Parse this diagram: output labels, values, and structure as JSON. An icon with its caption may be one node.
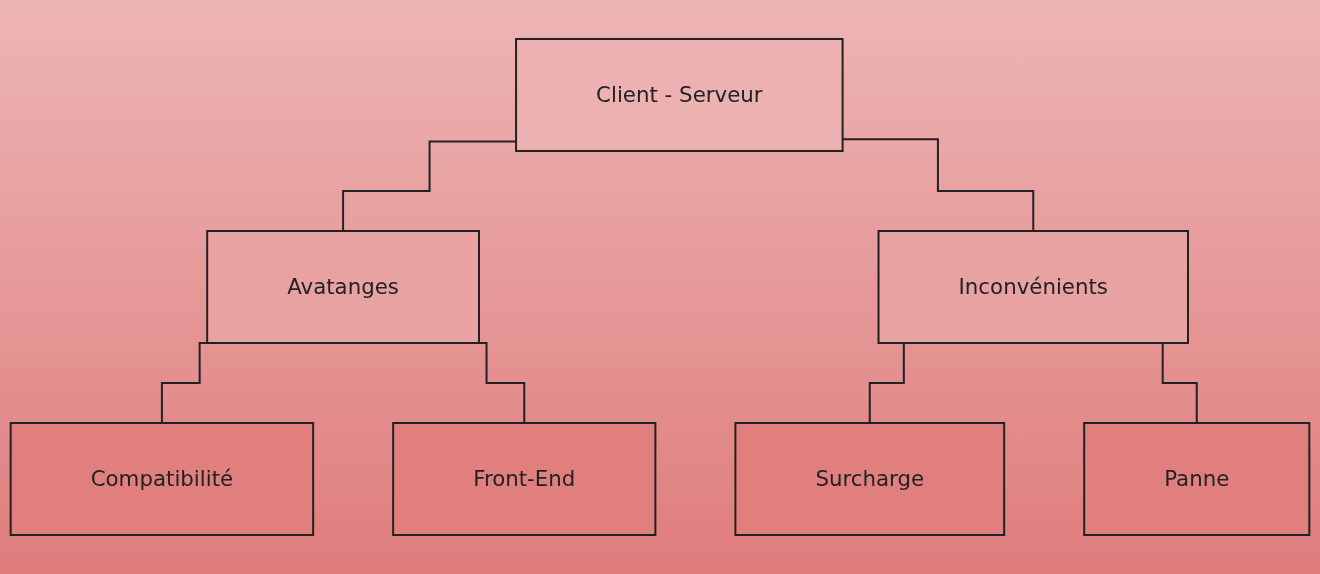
{
  "diagram": {
    "nodes": [
      {
        "text": [
          "Client - Serveur"
        ]
      },
      {
        "text": [
          "Avatanges"
        ]
      },
      {
        "text": [
          "Inconvénients"
        ]
      },
      {
        "text": [
          "Compatibilité"
        ]
      },
      {
        "text": [
          "Front-End"
        ]
      },
      {
        "text": [
          "Surcharge"
        ]
      },
      {
        "text": [
          "Panne"
        ]
      }
    ],
    "edges": [
      {
        "from": 0,
        "to": 1,
        "arrow": "none"
      },
      {
        "from": 0,
        "to": 2,
        "arrow": "none"
      },
      {
        "from": 1,
        "to": 3,
        "arrow": "none"
      },
      {
        "from": 1,
        "to": 4,
        "arrow": "none"
      },
      {
        "from": 2,
        "to": 5,
        "arrow": "none"
      },
      {
        "from": 2,
        "to": 6,
        "arrow": "none"
      }
    ]
  }
}
